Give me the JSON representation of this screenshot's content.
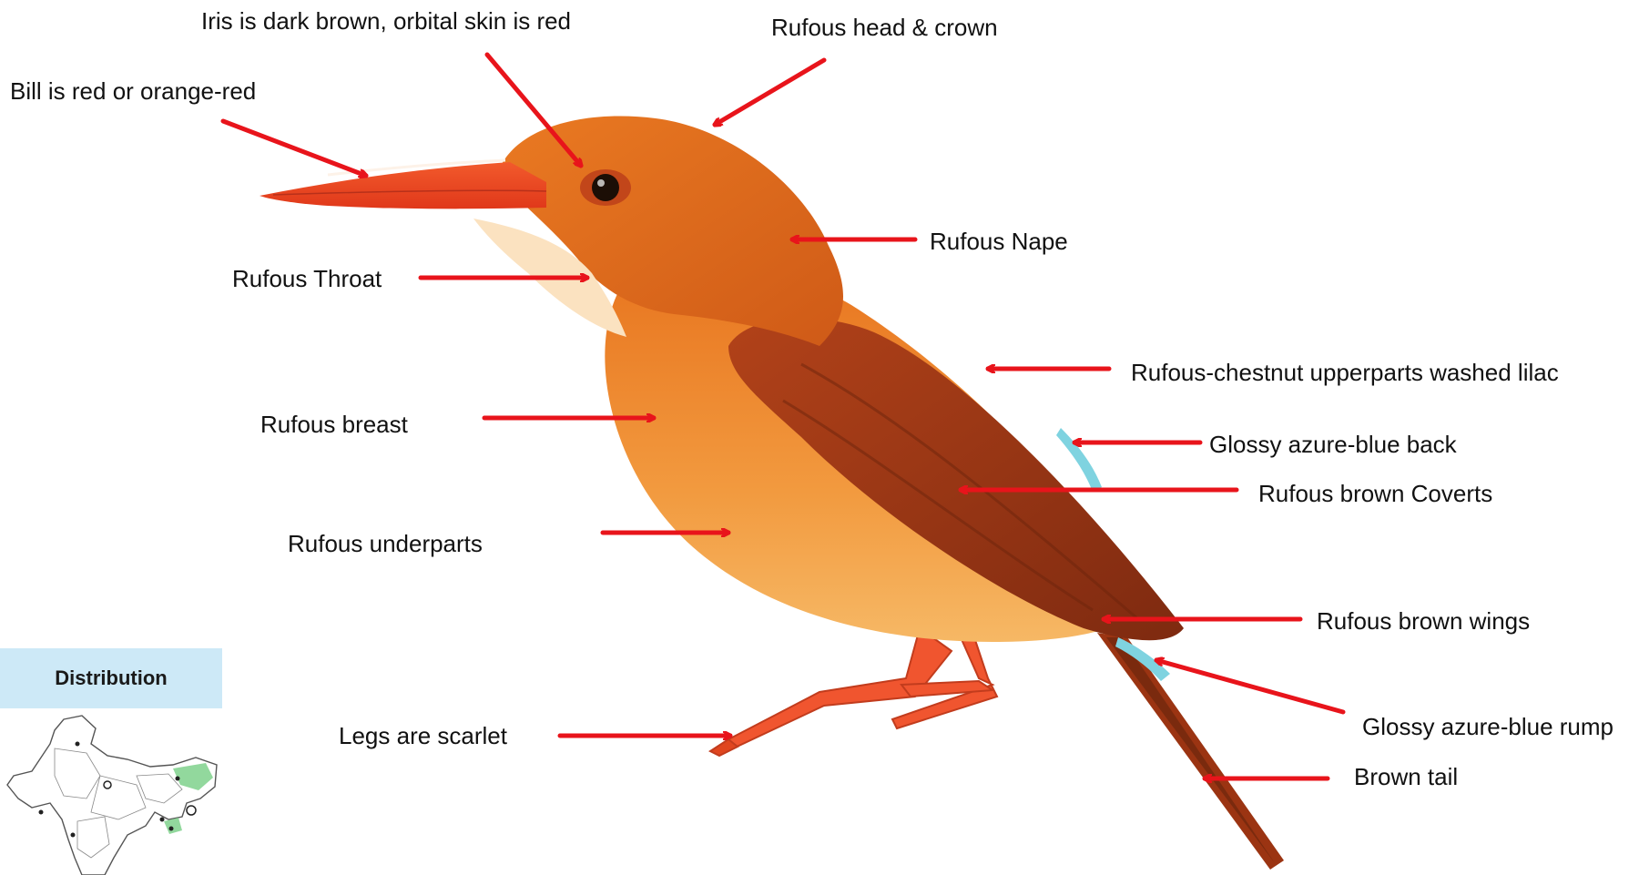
{
  "labels": {
    "iris": "Iris is dark brown, orbital skin  is red",
    "head": "Rufous head & crown",
    "bill": "Bill is red or orange-red",
    "nape": "Rufous Nape",
    "throat": "Rufous Throat",
    "upperparts": "Rufous-chestnut upperparts washed lilac",
    "breast": "Rufous breast",
    "back": "Glossy azure-blue back",
    "coverts": "Rufous brown Coverts",
    "underparts": "Rufous underparts",
    "wings": "Rufous brown wings",
    "rump": "Glossy azure-blue rump",
    "legs": "Legs are scarlet",
    "tail": "Brown  tail"
  },
  "distribution": {
    "title": "Distribution"
  },
  "colors": {
    "arrow": "#e8141b",
    "bill": "#f0431f",
    "rufous": "#e56d1c",
    "chestnut": "#a83a16",
    "underparts": "#f4a24a",
    "throat": "#fbe2c0",
    "legs": "#f0552f",
    "azure": "#7fd3e0",
    "map_header": "#cde9f7",
    "map_highlight": "#7fd18c"
  }
}
